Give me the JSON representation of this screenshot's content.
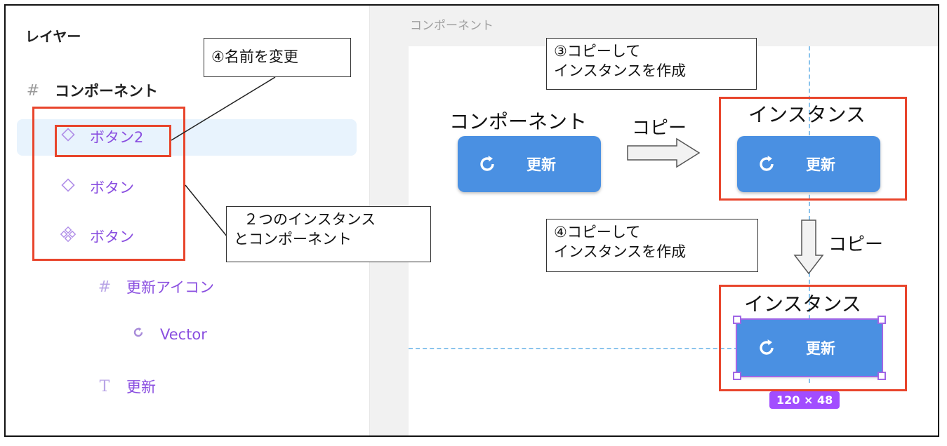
{
  "layers": {
    "title": "レイヤー",
    "items": [
      {
        "label": "コンポーネント",
        "icon": "frame-hash-icon"
      },
      {
        "label": "ボタン2",
        "icon": "instance-diamond-icon"
      },
      {
        "label": "ボタン",
        "icon": "instance-diamond-icon"
      },
      {
        "label": "ボタン",
        "icon": "component-icon"
      },
      {
        "label": "更新アイコン",
        "icon": "frame-hash-icon"
      },
      {
        "label": "Vector",
        "icon": "refresh-vector-icon"
      },
      {
        "label": "更新",
        "icon": "text-t-icon"
      }
    ]
  },
  "canvas": {
    "frame_label": "コンポーネント",
    "component_label": "コンポーネント",
    "instance_label_1": "インスタンス",
    "instance_label_2": "インスタンス",
    "button_text": "更新",
    "copy_label_1": "コピー",
    "copy_label_2": "コピー",
    "size_badge": "120 × 48"
  },
  "callouts": {
    "rename": "④名前を変更",
    "instances": [
      "２つのインスタンス",
      "とコンポーネント"
    ],
    "copy3": [
      "③コピーして",
      "インスタンスを作成"
    ],
    "copy4": [
      "④コピーして",
      "インスタンスを作成"
    ]
  },
  "colors": {
    "button_blue": "#4a90e2",
    "highlight_red": "#e8452c",
    "instance_purple": "#8a4fe0",
    "selection_bg": "#e8f3fd",
    "guide_blue": "#8ac3ec",
    "badge_purple": "#a24dff"
  }
}
